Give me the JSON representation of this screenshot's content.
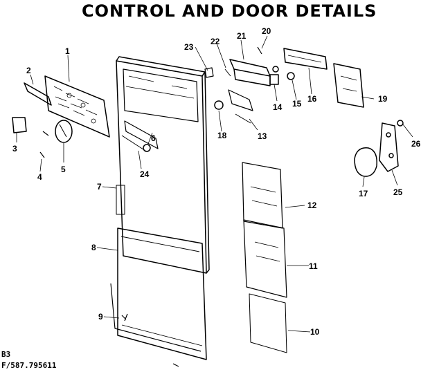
{
  "title": "CONTROL AND DOOR DETAILS",
  "footer": {
    "code_line1": "B3",
    "code_line2": "F/587.795611"
  },
  "callouts": [
    "1",
    "2",
    "3",
    "4",
    "5",
    "6",
    "7",
    "8",
    "9",
    "10",
    "11",
    "12",
    "13",
    "14",
    "15",
    "16",
    "17",
    "18",
    "19",
    "20",
    "21",
    "22",
    "23",
    "24",
    "25",
    "26"
  ]
}
